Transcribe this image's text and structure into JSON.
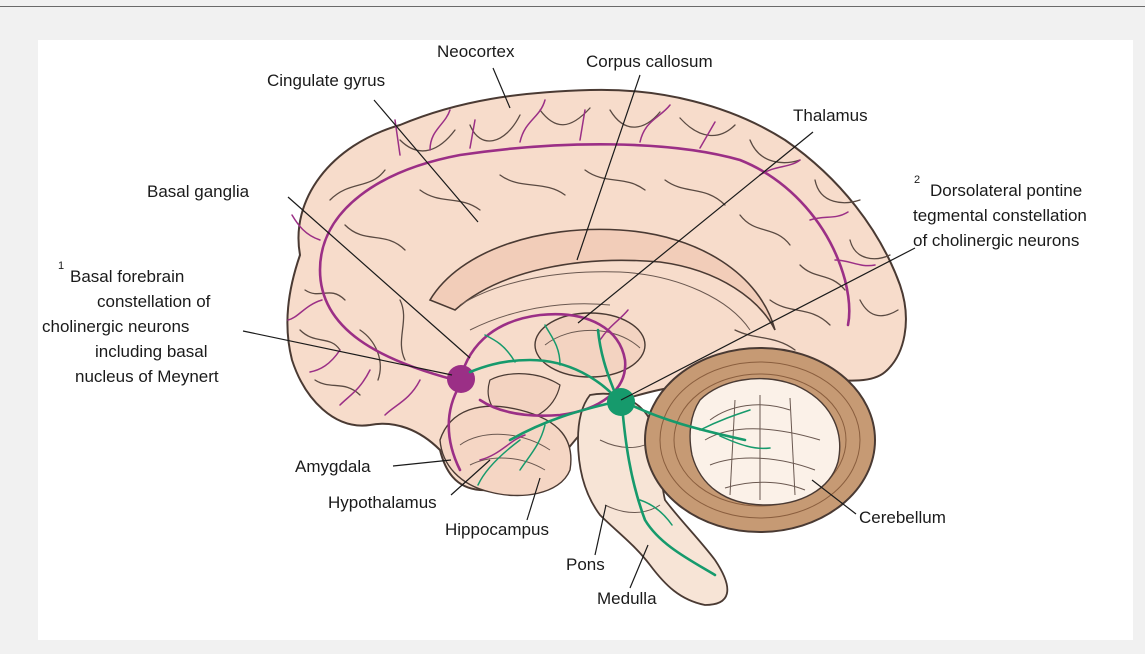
{
  "labels": {
    "neocortex": "Neocortex",
    "corpus_callosum": "Corpus callosum",
    "cingulate_gyrus": "Cingulate gyrus",
    "thalamus": "Thalamus",
    "basal_ganglia": "Basal ganglia",
    "dorsolateral_num": "2",
    "dorsolateral_line1": "Dorsolateral pontine",
    "dorsolateral_line2": "tegmental constellation",
    "dorsolateral_line3": "of cholinergic neurons",
    "basal_forebrain_num": "1",
    "basal_forebrain_line1": "Basal forebrain",
    "basal_forebrain_line2": "constellation of",
    "basal_forebrain_line3": "cholinergic neurons",
    "basal_forebrain_line4": "including basal",
    "basal_forebrain_line5": "nucleus of Meynert",
    "amygdala": "Amygdala",
    "hypothalamus": "Hypothalamus",
    "hippocampus": "Hippocampus",
    "pons": "Pons",
    "medulla": "Medulla",
    "cerebellum": "Cerebellum"
  },
  "colors": {
    "tissue": "#f7dccb",
    "outline": "#4a3a33",
    "cerebellum": "#c69a74",
    "basal_forebrain_pathway": "#9b2f86",
    "pontine_pathway": "#169a6c"
  }
}
